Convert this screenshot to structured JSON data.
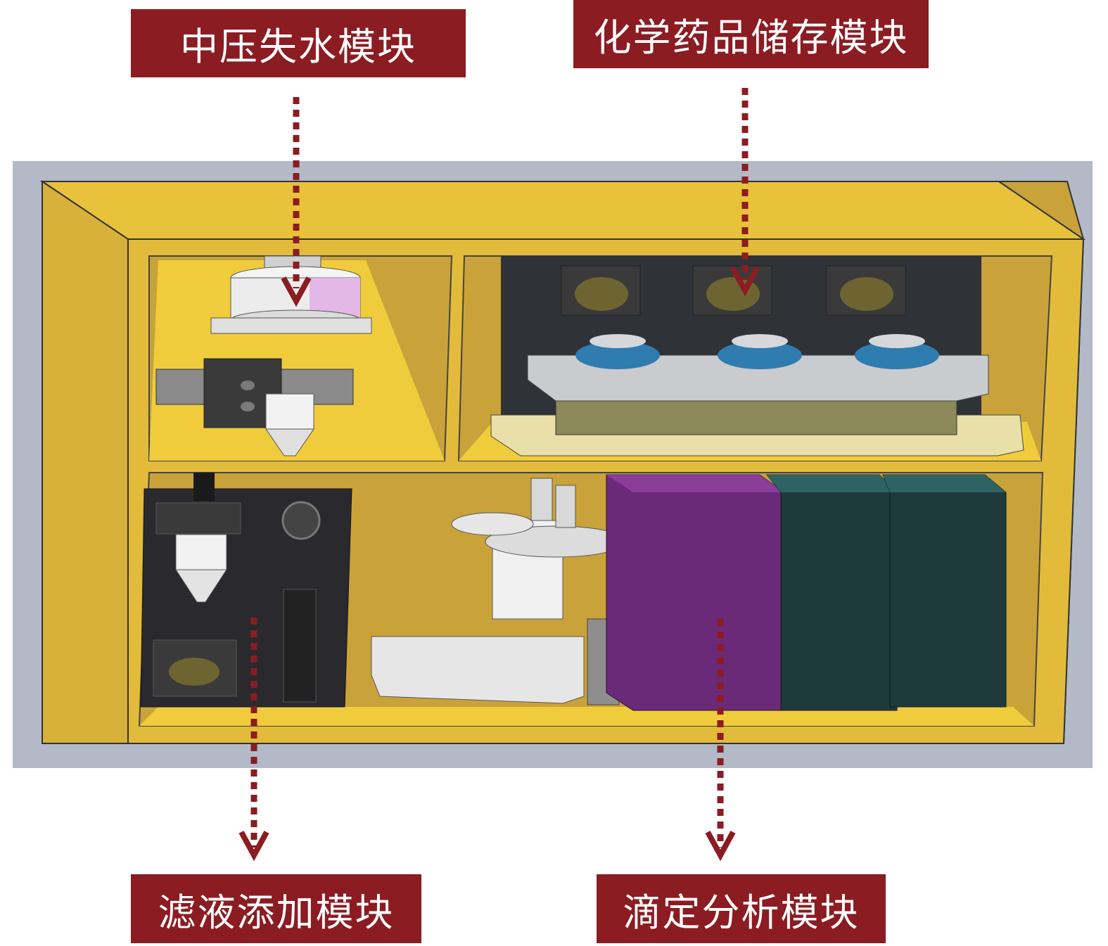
{
  "labels": {
    "water": "中压失水模块",
    "chemical": "化学药品储存模块",
    "filtrate": "滤液添加模块",
    "titration": "滴定分析模块"
  },
  "colors": {
    "label_bg": "#8b1c22",
    "arrow": "#8b1c22",
    "cabinet": "#e8c23a",
    "background_panel": "#b3b9c7",
    "purple_unit": "#6b2a78",
    "dark_teal_unit": "#1f3a3a"
  }
}
